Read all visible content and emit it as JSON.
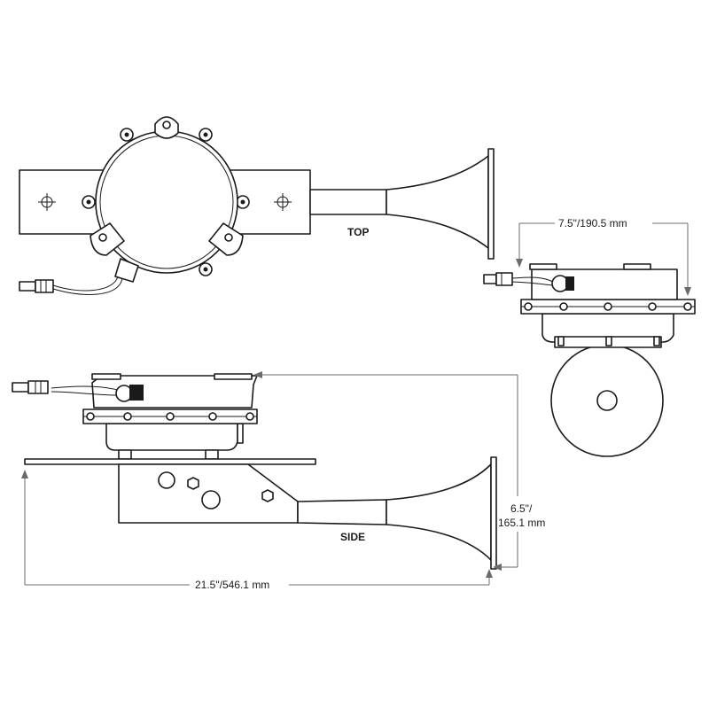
{
  "labels": {
    "top": "TOP",
    "side": "SIDE"
  },
  "dimensions": {
    "end_width": "7.5\"/190.5 mm",
    "height_line1": "6.5\"/",
    "height_line2": "165.1 mm",
    "overall_length": "21.5\"/546.1 mm"
  },
  "colors": {
    "line": "#1a1a1a",
    "dimension": "#6b6b6b",
    "background": "#ffffff"
  }
}
